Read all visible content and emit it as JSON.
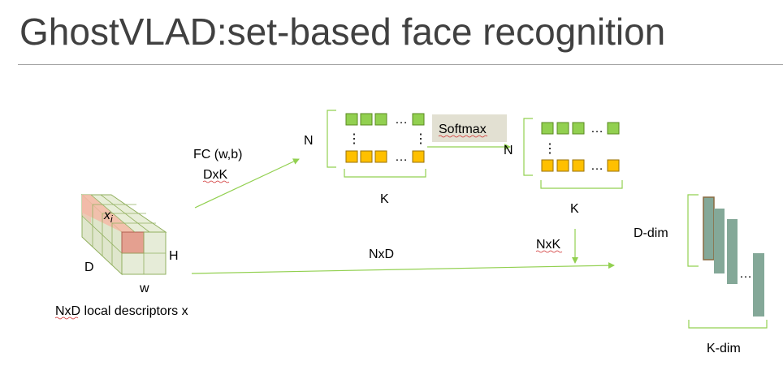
{
  "title": "GhostVLAD:set-based face recognition",
  "labels": {
    "fc": "FC (w,b)",
    "dxk": "DxK",
    "n_left": "N",
    "k_left": "K",
    "softmax": "Softmax",
    "n_right": "N",
    "k_right": "K",
    "nxd": "NxD",
    "nxk": "NxK",
    "d_dim": "D-dim",
    "k_dim": "K-dim",
    "tensor_d": "D",
    "tensor_h": "H",
    "tensor_w": "w",
    "xi_base": "x",
    "xi_sub": "i",
    "caption": "NxD local descriptors x",
    "ellipsis": "…",
    "vdots": "⋮"
  },
  "colors": {
    "green_cell": "#92d050",
    "yellow_cell": "#ffc000",
    "arrow": "#92d050",
    "bar": "#84a898",
    "softmax_bg": "#e2e0d2",
    "cube_fill": "#e6ecd8",
    "cube_highlight": "#f4b8a6"
  }
}
